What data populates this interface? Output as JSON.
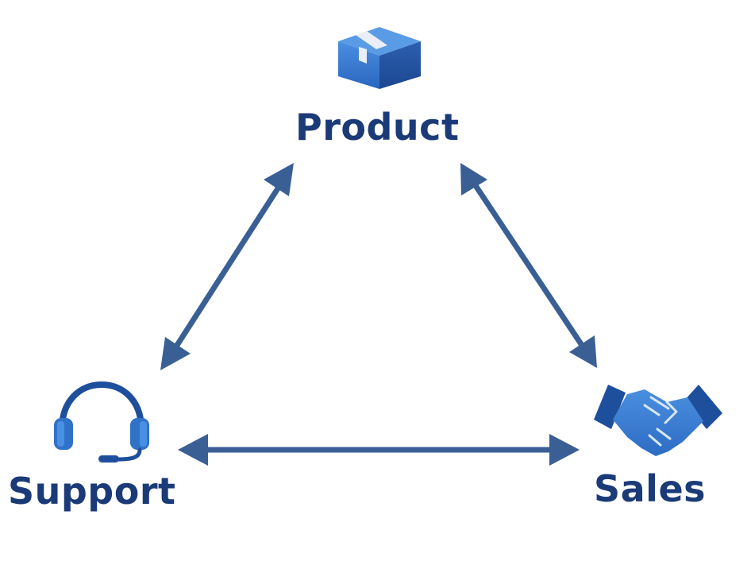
{
  "nodes": {
    "product": {
      "label": "Product",
      "icon": "box-icon"
    },
    "support": {
      "label": "Support",
      "icon": "headset-icon"
    },
    "sales": {
      "label": "Sales",
      "icon": "handshake-icon"
    }
  },
  "connections": [
    {
      "from": "Product",
      "to": "Support",
      "direction": "bidirectional"
    },
    {
      "from": "Product",
      "to": "Sales",
      "direction": "bidirectional"
    },
    {
      "from": "Support",
      "to": "Sales",
      "direction": "bidirectional"
    }
  ],
  "colors": {
    "label": "#1b3a78",
    "arrow": "#3a5f95",
    "icon_primary": "#2f72c8",
    "icon_dark": "#1e4f9c",
    "icon_light": "#4a90e2"
  }
}
